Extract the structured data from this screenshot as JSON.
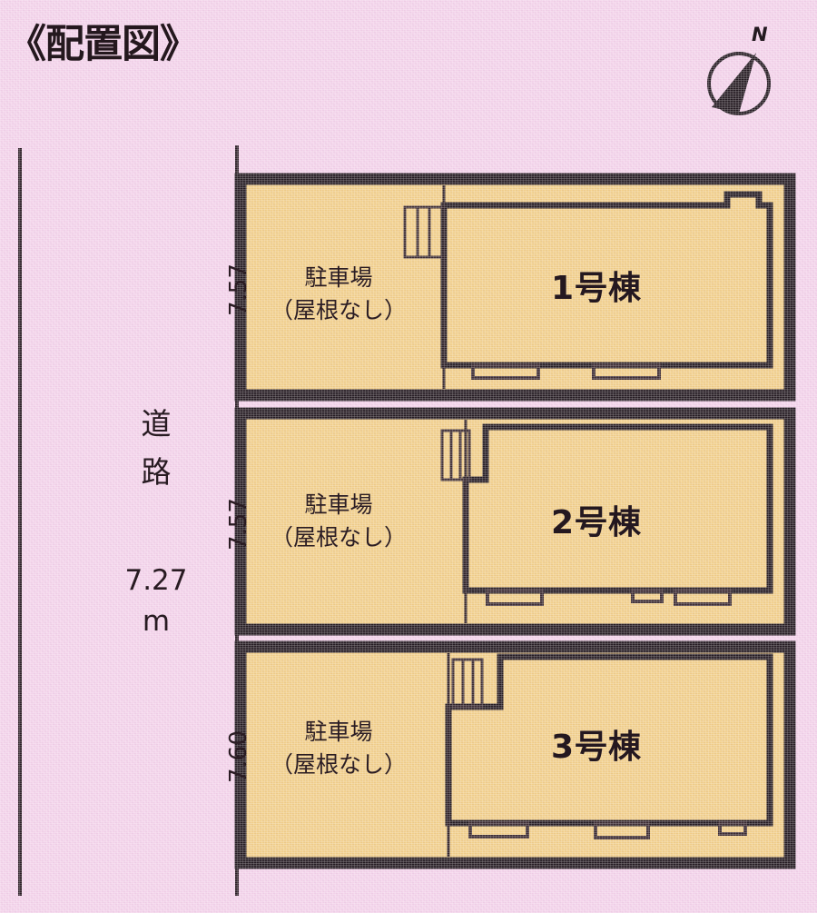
{
  "page": {
    "title": "《配置図》",
    "background_color": "#f3d2ea",
    "plot_fill_color": "#f1ce88",
    "ink_color": "#231a20"
  },
  "compass": {
    "label": "N",
    "name": "north-arrow"
  },
  "road": {
    "label": "道\n路",
    "measurement": "7.27\nm"
  },
  "plots": [
    {
      "id": "plot-1",
      "depth_dimension": "7.57",
      "parking_label": "駐車場\n（屋根なし）",
      "building_label": "1号棟"
    },
    {
      "id": "plot-2",
      "depth_dimension": "7.57",
      "parking_label": "駐車場\n（屋根なし）",
      "building_label": "2号棟"
    },
    {
      "id": "plot-3",
      "depth_dimension": "7.60",
      "parking_label": "駐車場\n（屋根なし）",
      "building_label": "3号棟"
    }
  ]
}
